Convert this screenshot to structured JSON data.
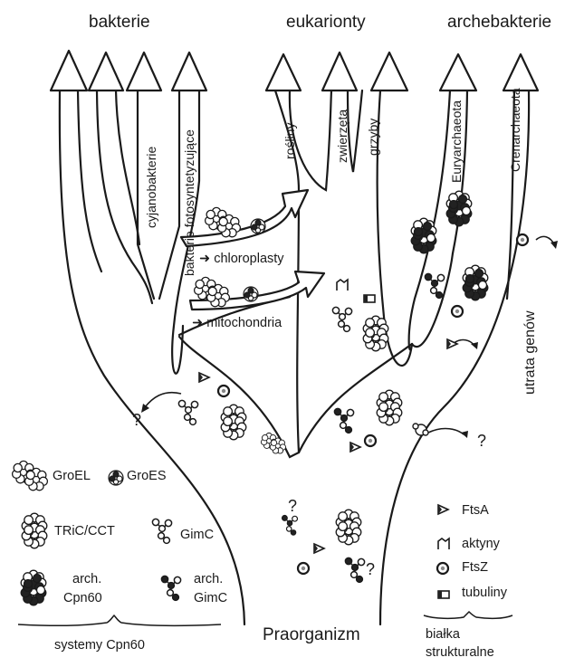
{
  "groups": {
    "bacteria": "bakterie",
    "eukaryotes": "eukarionty",
    "archaea": "archebakterie"
  },
  "branches": {
    "cyanobacteria": "cyjanobakterie",
    "photosynthetic": "bakterie fotosyntetyzujące",
    "plants": "rośliny",
    "animals": "zwierzęta",
    "fungi": "grzyby",
    "euryarchaeota": "Euryarchaeota",
    "crenarchaeota": "Crenarchaeota"
  },
  "organelles": {
    "chloroplasts": "chloroplasty",
    "mitochondria": "mitochondria"
  },
  "gene_loss": "utrata genów",
  "question_mark": "?",
  "root": "Praorganizm",
  "legend_left": {
    "groel": "GroEL",
    "groes": "GroES",
    "tric": "TRiC/CCT",
    "gimc": "GimC",
    "arch_cpn60_line1": "arch.",
    "arch_cpn60_line2": "Cpn60",
    "arch_gimc_line1": "arch.",
    "arch_gimc_line2": "GimC",
    "footer": "systemy Cpn60"
  },
  "legend_right": {
    "ftsa": "FtsA",
    "actins": "aktyny",
    "ftsz": "FtsZ",
    "tubulins": "tubuliny",
    "footer_line1": "białka",
    "footer_line2": "strukturalne"
  },
  "colors": {
    "ink": "#1a1a1a",
    "background": "#ffffff",
    "dark_subunit": "#222222"
  }
}
